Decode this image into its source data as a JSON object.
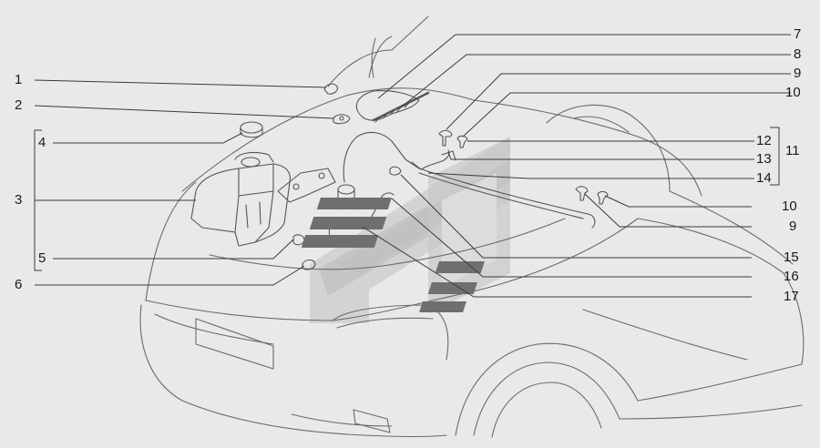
{
  "colors": {
    "background": "#e9e9e9",
    "linework": "#6a6a6a",
    "leader": "#3a3a3a",
    "label_text": "#1a1a1a",
    "watermark_light": "#d2d2d2",
    "watermark_mid": "#b9b9b9",
    "redaction_bars": "#6f6f6f"
  },
  "callouts": {
    "c1": "1",
    "c2": "2",
    "c3": "3",
    "c4": "4",
    "c5": "5",
    "c6": "6",
    "c7": "7",
    "c8": "8",
    "c9a": "9",
    "c10a": "10",
    "c11": "11",
    "c12": "12",
    "c13": "13",
    "c14": "14",
    "c10b": "10",
    "c9b": "9",
    "c15": "15",
    "c16": "16",
    "c17": "17"
  },
  "icons": {
    "watermark": "chevron-logo-watermark",
    "redaction": "redaction-bar"
  }
}
